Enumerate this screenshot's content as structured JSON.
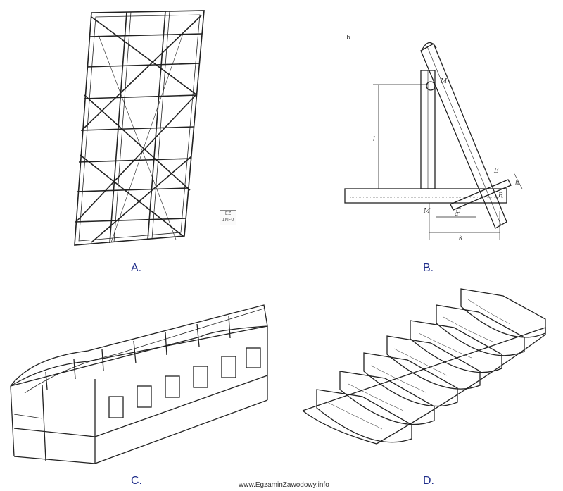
{
  "panels": [
    {
      "id": "A",
      "label": "A."
    },
    {
      "id": "B",
      "label": "B."
    },
    {
      "id": "C",
      "label": "C."
    },
    {
      "id": "D",
      "label": "D."
    }
  ],
  "logo": {
    "line1": "EZ",
    "line2": "INFO"
  },
  "diagram_b": {
    "corner_letter": "b",
    "point_M_prime": "M'",
    "point_M": "M",
    "point_C": "C",
    "point_B": "B",
    "point_E": "E",
    "dim_l": "l",
    "dim_a": "a",
    "dim_k": "k",
    "dim_h": "h"
  },
  "watermark": "www.EgzaminZawodowy.info"
}
